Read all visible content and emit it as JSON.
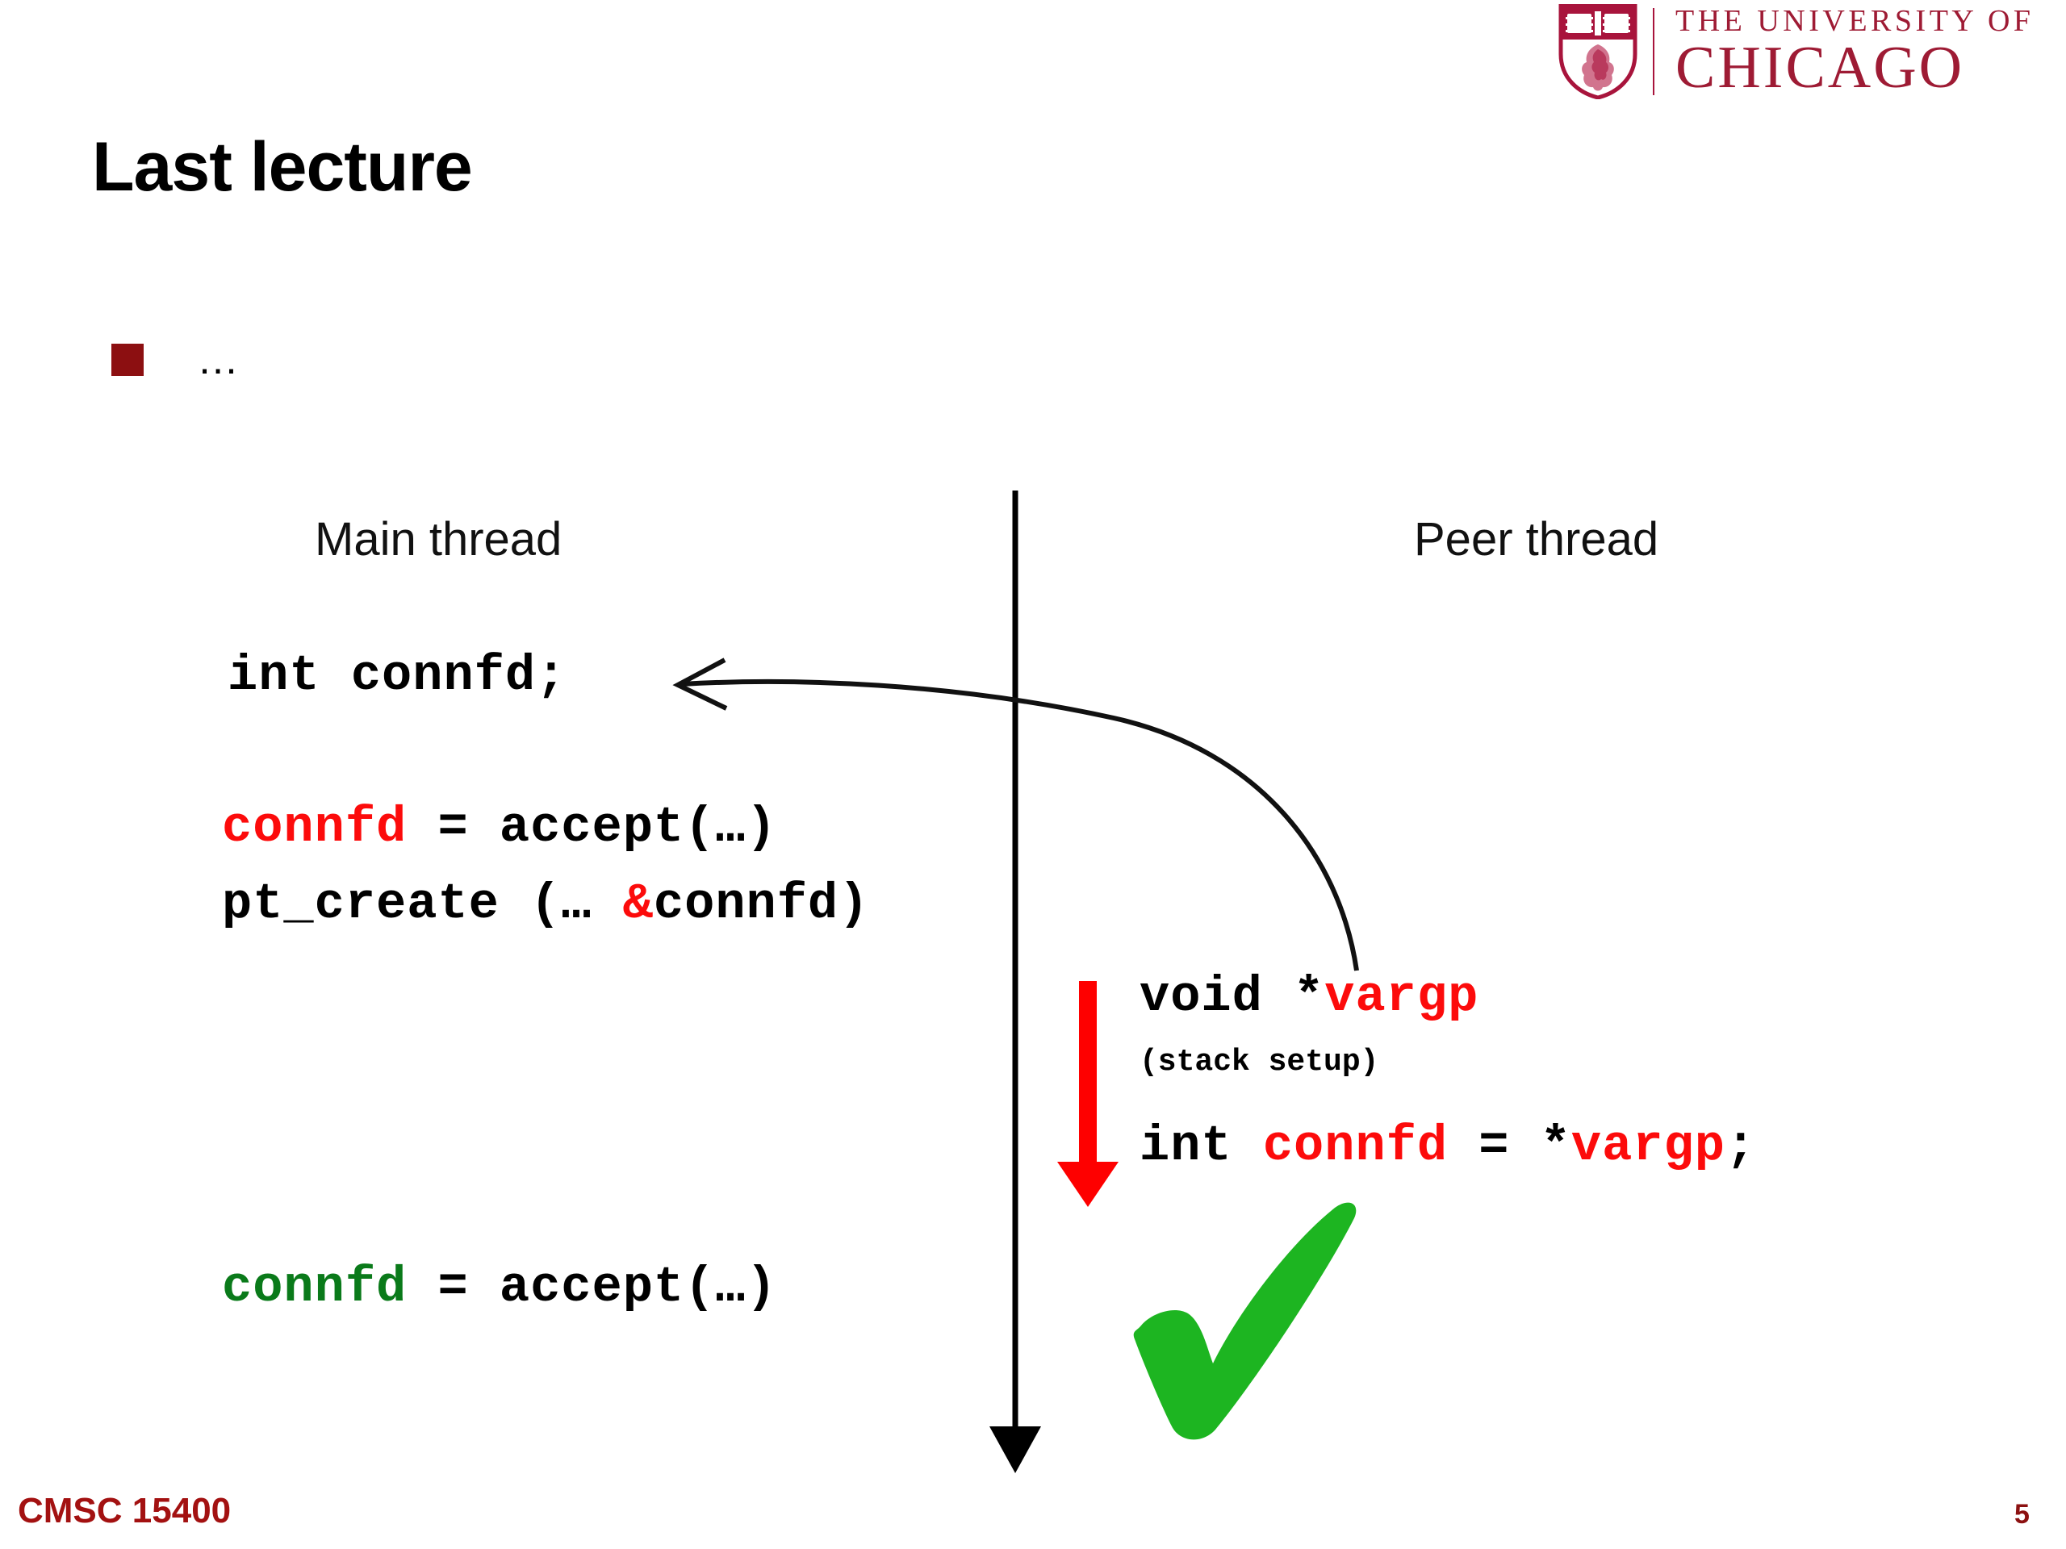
{
  "logo": {
    "shield_icon": "uchicago-shield-icon",
    "line1": "THE UNIVERSITY OF",
    "line2": "CHICAGO",
    "color": "#9e1b34"
  },
  "slide": {
    "title": "Last lecture",
    "bullet": "…",
    "bullet_color": "#8c0f11"
  },
  "diagram": {
    "main_thread_label": "Main thread",
    "peer_thread_label": "Peer thread",
    "divider_icon": "vertical-timeline-arrow-icon",
    "curved_arrow_icon": "curved-pointer-arrow-icon",
    "red_arrow_icon": "red-down-arrow-icon",
    "check_icon": "green-checkmark-icon",
    "colors": {
      "red": "#fc0b0b",
      "green_text": "#0a7a1a",
      "green_check": "#1db521",
      "black": "#000000"
    },
    "main_code": {
      "decl": {
        "full": "int connfd;",
        "parts": [
          {
            "t": "int connfd;",
            "c": "black"
          }
        ]
      },
      "accept1": {
        "full": "connfd = accept(…)",
        "parts": [
          {
            "t": "connfd",
            "c": "red"
          },
          {
            "t": " = accept(…)",
            "c": "black"
          }
        ]
      },
      "pt_create": {
        "full": "pt_create (… &connfd)",
        "parts": [
          {
            "t": "pt_create (… ",
            "c": "black"
          },
          {
            "t": "&",
            "c": "red"
          },
          {
            "t": "connfd)",
            "c": "black"
          }
        ]
      },
      "accept2": {
        "full": "connfd = accept(…)",
        "parts": [
          {
            "t": "connfd",
            "c": "green"
          },
          {
            "t": " = accept(…)",
            "c": "black"
          }
        ]
      }
    },
    "peer_code": {
      "vargp": {
        "full": "void *vargp",
        "parts": [
          {
            "t": "void *",
            "c": "black"
          },
          {
            "t": "vargp",
            "c": "red"
          }
        ]
      },
      "stack_setup": {
        "full": "(stack setup)",
        "parts": [
          {
            "t": "(stack setup)",
            "c": "black"
          }
        ]
      },
      "assign": {
        "full": "int connfd = *vargp;",
        "parts": [
          {
            "t": "int ",
            "c": "black"
          },
          {
            "t": "connfd",
            "c": "red"
          },
          {
            "t": " = *",
            "c": "black"
          },
          {
            "t": "vargp",
            "c": "red"
          },
          {
            "t": ";",
            "c": "black"
          }
        ]
      }
    }
  },
  "footer": {
    "course": "CMSC 15400",
    "page_number": "5",
    "color": "#a31111"
  }
}
